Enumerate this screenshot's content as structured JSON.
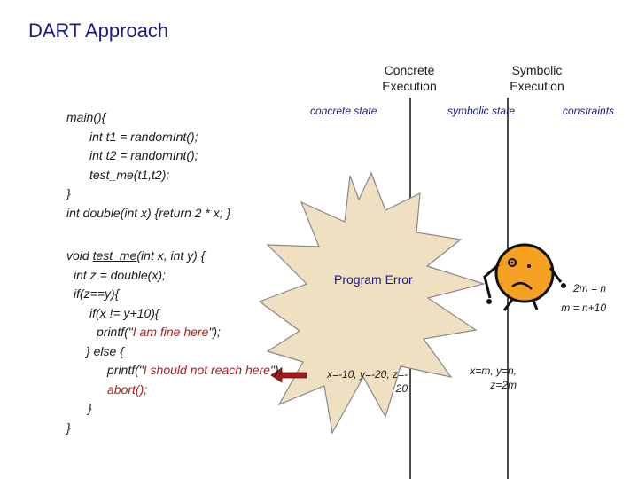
{
  "title": "DART Approach",
  "headers": {
    "concrete": [
      "Concrete",
      "Execution"
    ],
    "symbolic": [
      "Symbolic",
      "Execution"
    ]
  },
  "columns": {
    "concrete_state": "concrete state",
    "symbolic_state": "symbolic state",
    "constraints": "constraints"
  },
  "code": {
    "main_lines": [
      "main(){",
      "int t1 = randomInt();",
      "int t2 = randomInt();",
      "test_me(t1,t2);",
      "}",
      "int double(int x) {return 2 * x; }"
    ],
    "test_lines": {
      "l1_prefix": "void ",
      "l1_fn": "test_me",
      "l1_suffix": "(int x, int y) {",
      "l2": "int z = double(x);",
      "l3": "if(z==y){",
      "l4": "if(x != y+10){",
      "l5_prefix": "printf(\"",
      "l5_str": "I am fine here",
      "l5_suffix": "\");",
      "l6": "} else {",
      "l7_prefix": "printf(\"",
      "l7_str": "I should not reach here",
      "l7_suffix": "\");",
      "l8": "abort();",
      "l9": "}",
      "l10": "}"
    }
  },
  "burst_label": "Program Error",
  "concrete_values": [
    "x=-10, y=-20, z=-",
    "20"
  ],
  "symbolic_values": [
    "x=m, y=n,",
    "z=2m"
  ],
  "constraints_values": [
    "2m = n",
    "m = n+10"
  ],
  "colors": {
    "title": "#1a1a80",
    "burst_fill": "#f0e0c2",
    "burst_stroke": "#888888",
    "arrow": "#a01818",
    "face": "#f4a020",
    "code_string": "#aa2020"
  },
  "icons": {
    "burst": "explosion-burst-icon",
    "face": "worried-face-icon",
    "arrow": "left-arrow-icon"
  }
}
